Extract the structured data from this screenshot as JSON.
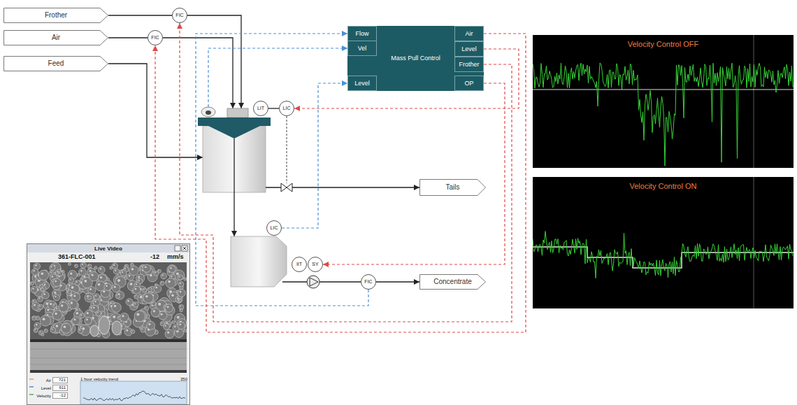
{
  "diagram": {
    "nodes": [
      {
        "text": [
          "Frother"
        ]
      },
      {
        "text": [
          "Air"
        ]
      },
      {
        "text": [
          "Feed"
        ]
      },
      {
        "text": [
          "FIC"
        ]
      },
      {
        "text": [
          "FIC"
        ]
      },
      {
        "text": [
          "Mass Pull Control"
        ]
      },
      {
        "text": [
          "Flow"
        ],
        "in": 5
      },
      {
        "text": [
          "Vel"
        ],
        "in": 5
      },
      {
        "text": [
          "Level"
        ],
        "in": 5
      },
      {
        "text": [
          "Air"
        ],
        "in": 5
      },
      {
        "text": [
          "Level"
        ],
        "in": 5
      },
      {
        "text": [
          "Frother"
        ],
        "in": 5
      },
      {
        "text": [
          "OP"
        ],
        "in": 5
      },
      {
        "text": [
          "LIT"
        ]
      },
      {
        "text": [
          "LIC"
        ]
      },
      {
        "text": [
          "Tails"
        ]
      },
      {
        "text": [
          "LIC"
        ]
      },
      {
        "text": [
          "IIT"
        ]
      },
      {
        "text": [
          "SY"
        ]
      },
      {
        "text": [
          "FIC"
        ]
      },
      {
        "text": [
          "Concentrate"
        ]
      },
      {
        "text": [
          "Velocity Control OFF"
        ]
      },
      {
        "text": [
          "Velocity Control ON"
        ]
      },
      {
        "text": [
          "Live Video",
          "361-FLC-001",
          "-12",
          "mm/s",
          "Air",
          "721",
          "Level",
          "611",
          "Velocity",
          "-12",
          "1 hour velocity trend",
          "350"
        ]
      }
    ],
    "edges": [
      {
        "from": 0,
        "to": 3,
        "arrow": "none"
      },
      {
        "from": 1,
        "to": 4,
        "arrow": "none"
      },
      {
        "from": 13,
        "to": 14,
        "arrow": "none"
      },
      {
        "from": 19,
        "to": 6,
        "arrow": "to"
      },
      {
        "from": 16,
        "to": 8,
        "arrow": "to"
      },
      {
        "from": 9,
        "to": 4,
        "arrow": "to"
      },
      {
        "from": 10,
        "to": 14,
        "arrow": "to"
      },
      {
        "from": 11,
        "to": 3,
        "arrow": "to"
      },
      {
        "from": 12,
        "to": 18,
        "arrow": "to"
      },
      {
        "from": 19,
        "to": 20,
        "arrow": "to"
      }
    ]
  }
}
